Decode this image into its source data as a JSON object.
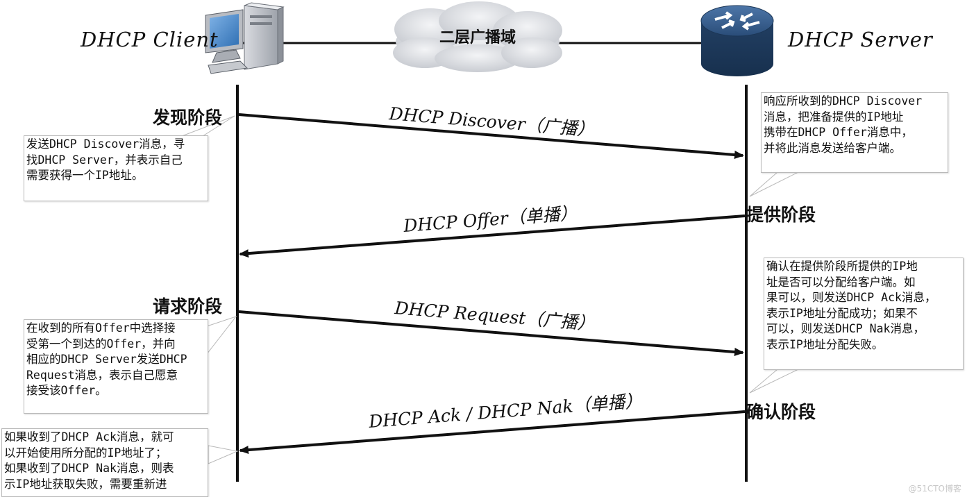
{
  "client": {
    "label": "DHCP Client",
    "icon": "desktop-computer-icon"
  },
  "server": {
    "label": "DHCP Server",
    "icon": "router-icon"
  },
  "domain": {
    "label": "二层广播域",
    "icon": "cloud-icon"
  },
  "phases": {
    "discover": "发现阶段",
    "offer": "提供阶段",
    "request": "请求阶段",
    "ack": "确认阶段"
  },
  "messages": {
    "discover": "DHCP Discover（广播）",
    "offer": "DHCP Offer（单播）",
    "request": "DHCP Request（广播）",
    "ack": "DHCP Ack / DHCP Nak（单播）"
  },
  "callouts": {
    "discover": "发送DHCP Discover消息，寻\n找DHCP Server，并表示自己\n需要获得一个IP地址。",
    "offer": "响应所收到的DHCP Discover\n消息，把准备提供的IP地址\n携带在DHCP Offer消息中，\n并将此消息发送给客户端。",
    "request": "在收到的所有Offer中选择接\n受第一个到达的Offer，并向\n相应的DHCP Server发送DHCP\nRequest消息，表示自己愿意\n接受该Offer。",
    "confirm": "确认在提供阶段所提供的IP地\n址是否可以分配给客户端。如\n果可以，则发送DHCP Ack消息，\n表示IP地址分配成功；如果不\n可以，则发送DHCP Nak消息，\n表示IP地址分配失败。",
    "ack": "如果收到了DHCP Ack消息，就可\n以开始使用所分配的IP地址了；\n如果收到了DHCP Nak消息，则表\n示IP地址获取失败，需要重新进"
  },
  "watermark": "@51CTO博客",
  "colors": {
    "line": "#111111",
    "callout_border": "#b9b9b9",
    "router_blue": "#2b4e78",
    "cloud": "#d6d9de"
  }
}
